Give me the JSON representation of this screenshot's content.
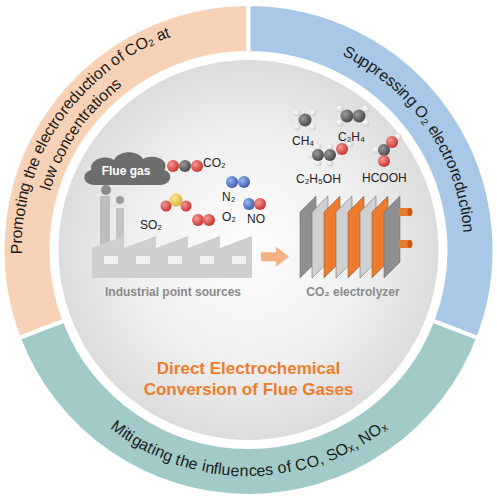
{
  "diagram": {
    "nodes": [
      {
        "text": [
          "Promoting the electroreduction of CO₂ at low concentrations"
        ]
      },
      {
        "text": [
          "Suppressing O₂ electroreduction"
        ]
      },
      {
        "text": [
          "Mitigating the influences of CO, SOₓ, NOₓ"
        ]
      },
      {
        "text": [
          "Direct Electrochemical Conversion of Flue Gases"
        ]
      },
      {
        "text": [
          "Flue gas"
        ],
        "in": 3
      },
      {
        "text": [
          "Industrial point sources"
        ],
        "in": 3
      },
      {
        "text": [
          "CO₂ electrolyzer"
        ],
        "in": 3
      }
    ],
    "edges": [
      {
        "from": 5,
        "to": 6,
        "arrow": "to"
      }
    ],
    "labels": [
      "CO₂",
      "N₂",
      "SO₂",
      "O₂",
      "NO",
      "CH₄",
      "C₂H₄",
      "C₂H₅OH",
      "HCOOH"
    ]
  }
}
